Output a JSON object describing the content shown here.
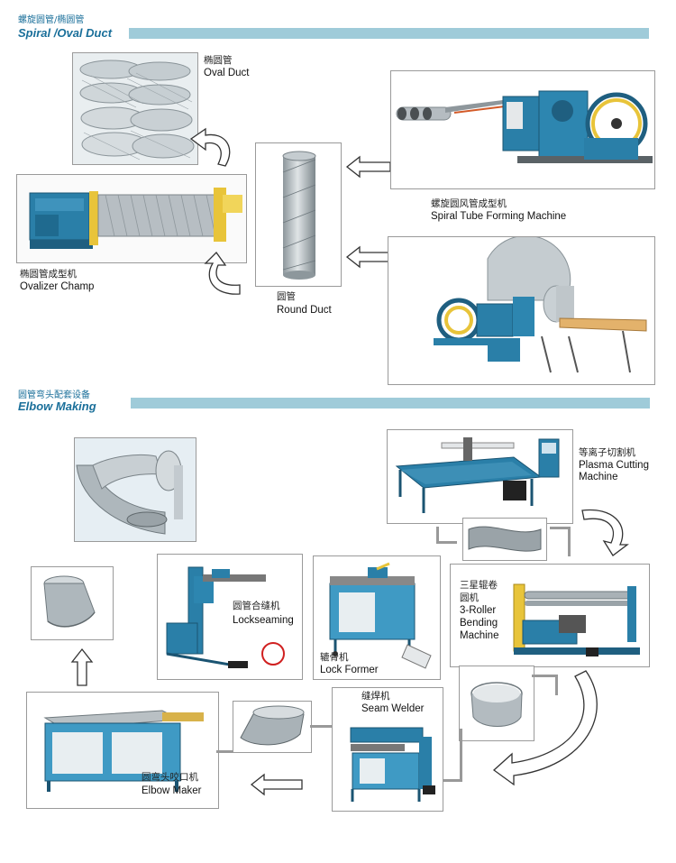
{
  "section1": {
    "title_cn": "螺旋圆管/椭圆管",
    "title_en": "Spiral /Oval Duct"
  },
  "section2": {
    "title_cn": "圆管弯头配套设备",
    "title_en": "Elbow Making"
  },
  "items": {
    "oval_duct": {
      "cn": "椭圆管",
      "en": "Oval Duct"
    },
    "ovalizer": {
      "cn": "椭圆管成型机",
      "en": "Ovalizer Champ"
    },
    "spiral_machine": {
      "cn": "螺旋圆风管成型机",
      "en": "Spiral Tube Forming Machine"
    },
    "round_duct": {
      "cn": "圆管",
      "en": "Round Duct"
    },
    "plasma": {
      "cn": "等离子切割机",
      "en1": "Plasma Cutting",
      "en2": "Machine"
    },
    "lockseaming": {
      "cn": "圆管合缝机",
      "en": "Lockseaming"
    },
    "lock_former": {
      "cn": "辘骨机",
      "en": "Lock Former"
    },
    "roller": {
      "cn1": "三星辊卷",
      "cn2": "圆机",
      "en1": "3-Roller",
      "en2": "Bending",
      "en3": "Machine"
    },
    "seam_welder": {
      "cn": "缝焊机",
      "en": "Seam Welder"
    },
    "elbow_maker": {
      "cn": "圆弯头咬口机",
      "en": "Elbow Maker"
    }
  },
  "colors": {
    "accent": "#1a6f9a",
    "bar": "#9fcbd9",
    "machine_blue": "#2a7fa8",
    "steel": "#b8bfc4"
  }
}
